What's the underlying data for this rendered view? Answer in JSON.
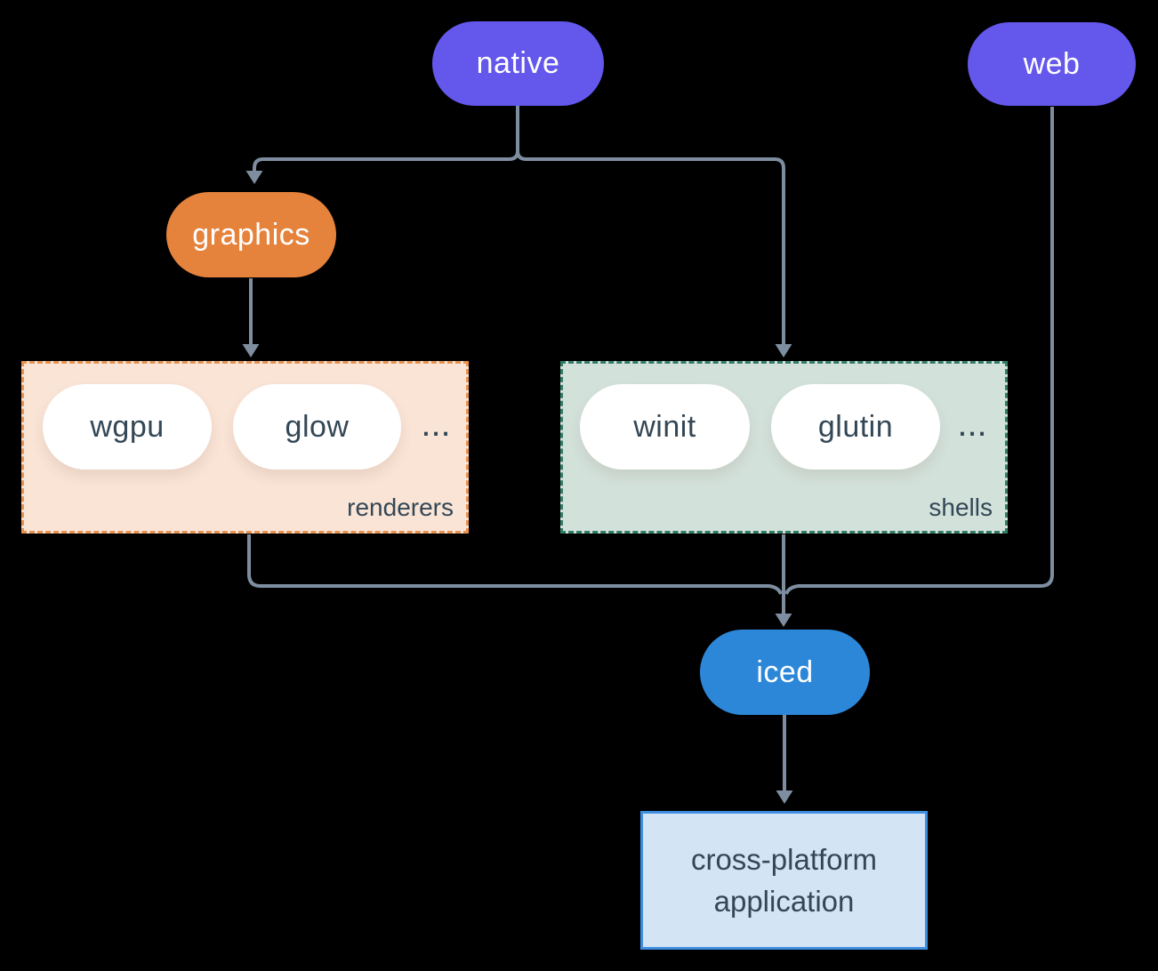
{
  "diagram": {
    "background_color": "#000000",
    "connector_color": "#7E8EA0",
    "nodes": {
      "native": {
        "label": "native",
        "fill": "#6457EC",
        "text_color": "#FFFFFF"
      },
      "web": {
        "label": "web",
        "fill": "#6457EC",
        "text_color": "#FFFFFF"
      },
      "graphics": {
        "label": "graphics",
        "fill": "#E5833D",
        "text_color": "#FFFFFF"
      },
      "iced": {
        "label": "iced",
        "fill": "#2D87D9",
        "text_color": "#FFFFFF"
      },
      "application": {
        "label_line1": "cross-platform",
        "label_line2": "application",
        "fill": "#D3E5F5",
        "border": "#3E8EE0",
        "text_color": "#334756"
      }
    },
    "groups": {
      "renderers": {
        "caption": "renderers",
        "fill": "#FAE4D6",
        "border": "#E8924F",
        "items": [
          "wgpu",
          "glow"
        ],
        "ellipsis": "..."
      },
      "shells": {
        "caption": "shells",
        "fill": "#D3E1DB",
        "border": "#317D67",
        "items": [
          "winit",
          "glutin"
        ],
        "ellipsis": "..."
      }
    },
    "edges": [
      {
        "from": "native",
        "to": "graphics"
      },
      {
        "from": "native",
        "to": "shells"
      },
      {
        "from": "graphics",
        "to": "renderers"
      },
      {
        "from": "renderers",
        "to": "iced"
      },
      {
        "from": "shells",
        "to": "iced"
      },
      {
        "from": "web",
        "to": "iced"
      },
      {
        "from": "iced",
        "to": "application"
      }
    ]
  }
}
